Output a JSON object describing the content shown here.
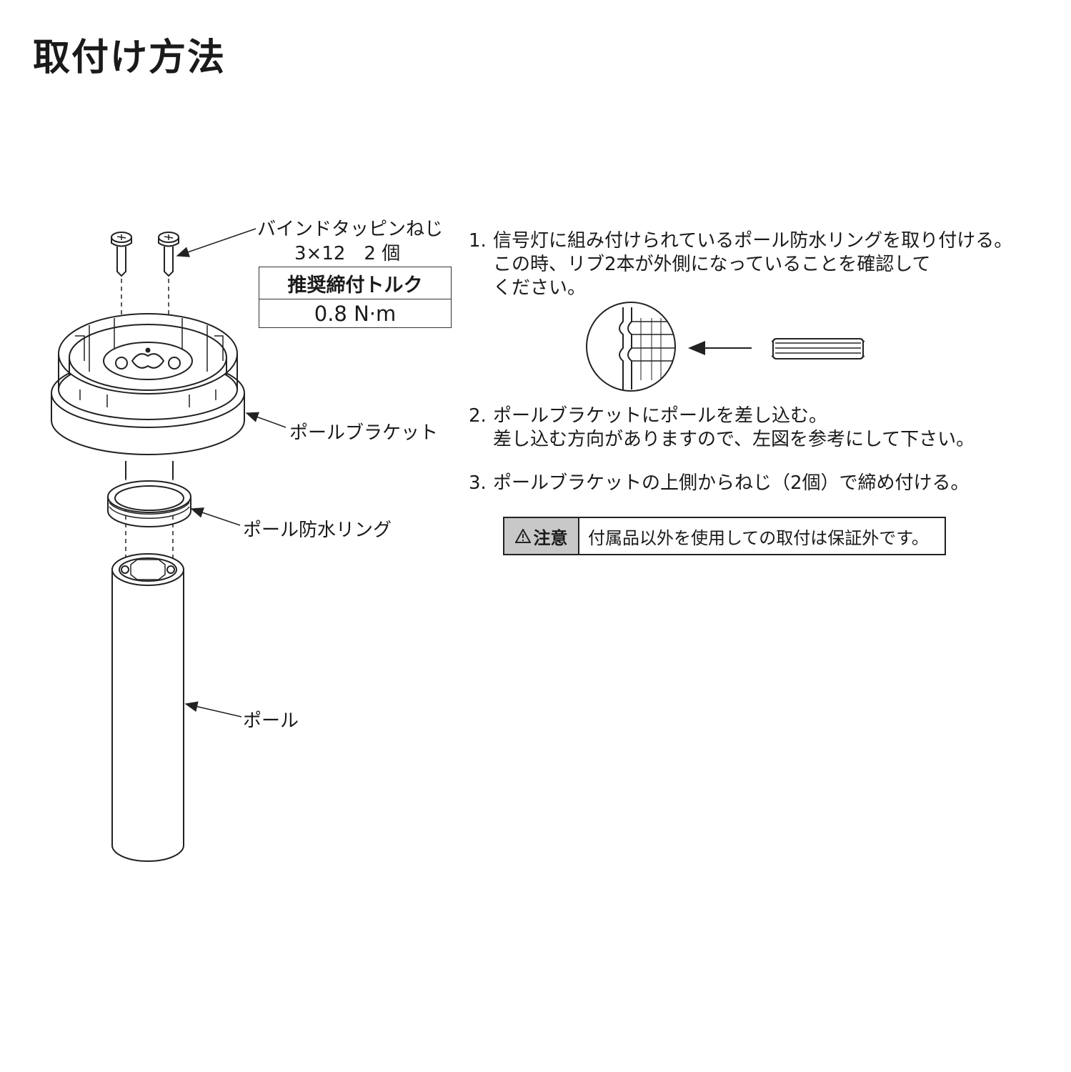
{
  "title": "取付け方法",
  "labels": {
    "screw": "バインドタッピンねじ",
    "screw_spec": "3×12　2 個",
    "torque_header": "推奨締付トルク",
    "torque_value": "0.8 N·m",
    "bracket": "ポールブラケット",
    "ring": "ポール防水リング",
    "pole": "ポール"
  },
  "steps": [
    {
      "num": "1.",
      "lines": [
        "信号灯に組み付けられているポール防水リングを取り付ける。",
        "この時、リブ2本が外側になっていることを確認して",
        "ください。"
      ]
    },
    {
      "num": "2.",
      "lines": [
        "ポールブラケットにポールを差し込む。",
        "差し込む方向がありますので、左図を参考にして下さい。"
      ]
    },
    {
      "num": "3.",
      "lines": [
        "ポールブラケットの上側からねじ（2個）で締め付ける。"
      ]
    }
  ],
  "caution": {
    "label": "注意",
    "icon": "warning-triangle-icon",
    "text": "付属品以外を使用しての取付は保証外です。"
  }
}
